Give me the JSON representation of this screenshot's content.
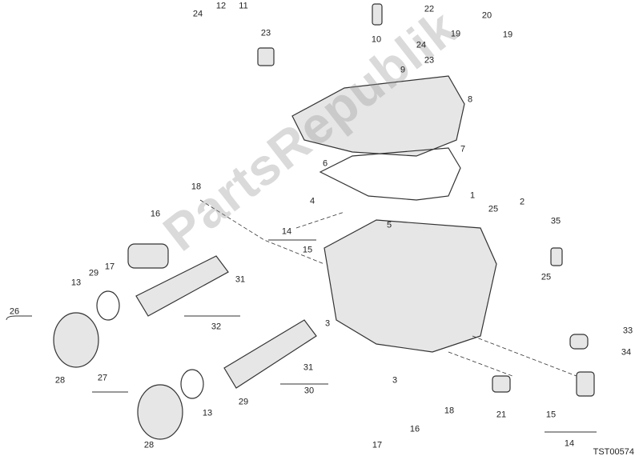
{
  "diagram": {
    "callouts": [
      "24",
      "12",
      "11",
      "22",
      "20",
      "23",
      "10",
      "24",
      "19",
      "19",
      "23",
      "9",
      "8",
      "7",
      "6",
      "18",
      "1",
      "2",
      "4",
      "5",
      "25",
      "35",
      "16",
      "14",
      "15",
      "25",
      "17",
      "29",
      "13",
      "31",
      "26",
      "32",
      "3",
      "33",
      "34",
      "31",
      "3",
      "30",
      "27",
      "28",
      "29",
      "18",
      "15",
      "21",
      "13",
      "16",
      "14",
      "28",
      "17"
    ],
    "drawing_code": "TST00574",
    "watermark": "PartsRepublik",
    "colors": {
      "line": "#333333",
      "part_fill": "#e6e6e6",
      "watermark": "#969696"
    }
  }
}
